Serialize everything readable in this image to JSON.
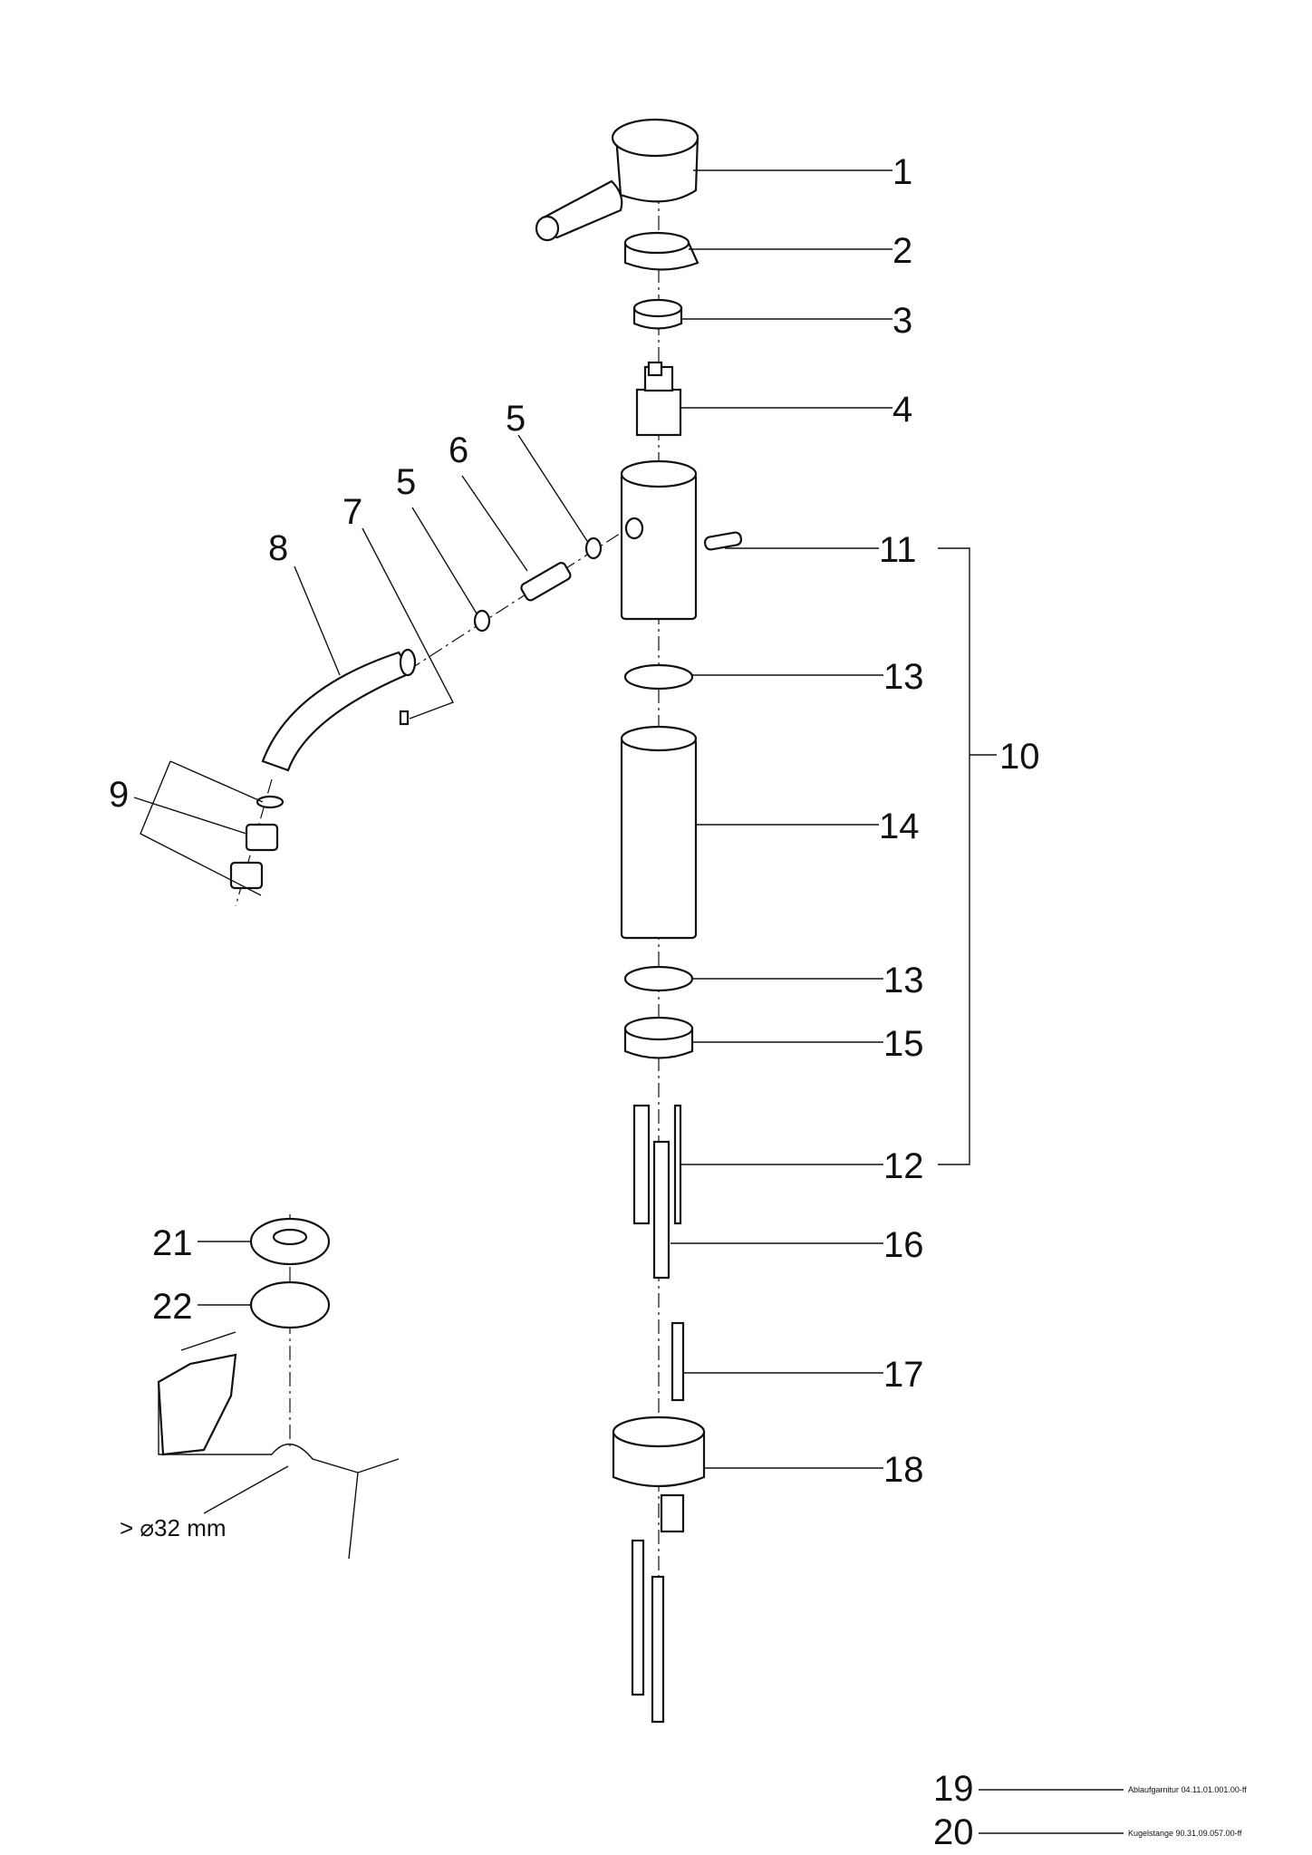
{
  "parts": [
    {
      "no": "1"
    },
    {
      "no": "2"
    },
    {
      "no": "3"
    },
    {
      "no": "4"
    },
    {
      "no": "5"
    },
    {
      "no": "5"
    },
    {
      "no": "6"
    },
    {
      "no": "7"
    },
    {
      "no": "8"
    },
    {
      "no": "9"
    },
    {
      "no": "10"
    },
    {
      "no": "11"
    },
    {
      "no": "12"
    },
    {
      "no": "13"
    },
    {
      "no": "13"
    },
    {
      "no": "14"
    },
    {
      "no": "15"
    },
    {
      "no": "16"
    },
    {
      "no": "17"
    },
    {
      "no": "18"
    },
    {
      "no": "21"
    },
    {
      "no": "22"
    }
  ],
  "references": [
    {
      "no": "19",
      "text": "Ablaufgarnitur 04.11.01.001.00-ff"
    },
    {
      "no": "20",
      "text": "Kugelstange 90.31.09.057.00-ff"
    }
  ],
  "dimension_note": "> ⌀32 mm",
  "colors": {
    "line": "#111111",
    "background": "#ffffff"
  }
}
